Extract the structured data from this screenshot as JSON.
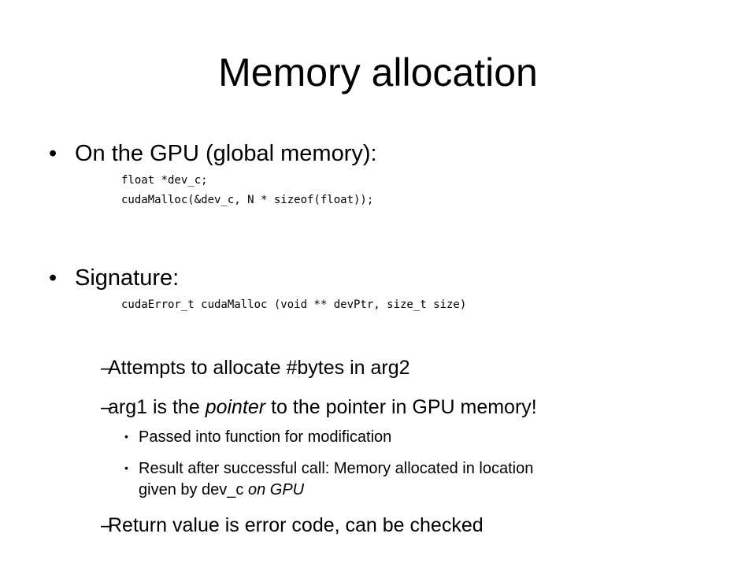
{
  "slide": {
    "title": "Memory allocation",
    "bullets": [
      {
        "text": "On the GPU (global memory):",
        "code": [
          "float *dev_c;",
          "cudaMalloc(&dev_c, N * sizeof(float));"
        ]
      },
      {
        "text": "Signature:",
        "code": [
          "cudaError_t cudaMalloc (void ** devPtr, size_t size)"
        ],
        "sub": [
          {
            "text": "Attempts to allocate #bytes in arg2"
          },
          {
            "pre": "arg1 is the ",
            "em": "pointer",
            "post": " to the pointer in GPU memory!",
            "sub": [
              {
                "text": "Passed into function for modification"
              },
              {
                "line1": "Result after successful  call: Memory allocated in location",
                "line2_pre": "given by dev_c ",
                "line2_em": "on GPU"
              }
            ]
          },
          {
            "text": "Return value is error code, can be checked"
          }
        ]
      }
    ]
  }
}
